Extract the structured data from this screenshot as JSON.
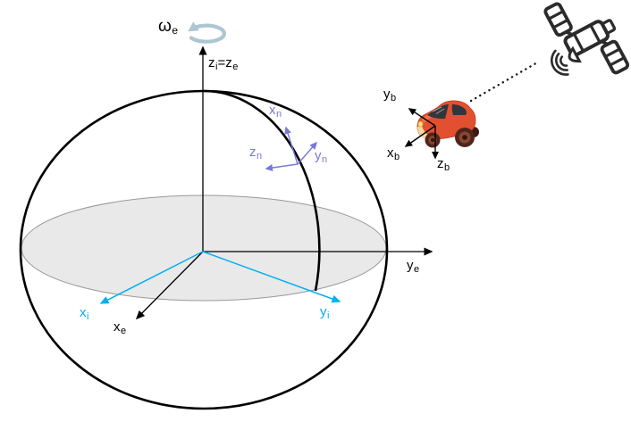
{
  "diagram": {
    "labels": {
      "omega": {
        "base": "ω",
        "sub": "e"
      },
      "z_axis": {
        "p1": "z",
        "s1": "i",
        "p2": "=z",
        "s2": "e"
      },
      "nav_frame": {
        "x": {
          "base": "x",
          "sub": "n"
        },
        "y": {
          "base": "y",
          "sub": "n"
        },
        "z": {
          "base": "z",
          "sub": "n"
        }
      },
      "ecef_frame": {
        "x": {
          "base": "x",
          "sub": "e"
        },
        "y": {
          "base": "y",
          "sub": "e"
        }
      },
      "inertial_frame": {
        "x": {
          "base": "x",
          "sub": "i"
        },
        "y": {
          "base": "y",
          "sub": "i"
        }
      },
      "body_frame": {
        "x": {
          "base": "x",
          "sub": "b"
        },
        "y": {
          "base": "y",
          "sub": "b"
        },
        "z": {
          "base": "z",
          "sub": "b"
        }
      }
    },
    "colors": {
      "inertial_accent": "#00b0f0",
      "nav_accent": "#7878d8",
      "rotation_accent": "#aec6d2",
      "axis_black": "#000000",
      "sphere_outline": "#000000",
      "equator_fill": "#e9e9e9",
      "equator_stroke": "#999999",
      "car_body": "#e2502f",
      "satellite_stroke": "#2b2b2b"
    },
    "icons": {
      "rotation": "curved-rotation-arrow",
      "satellite": "satellite-icon",
      "vehicle": "car-icon",
      "link": "dotted-signal-line"
    }
  }
}
